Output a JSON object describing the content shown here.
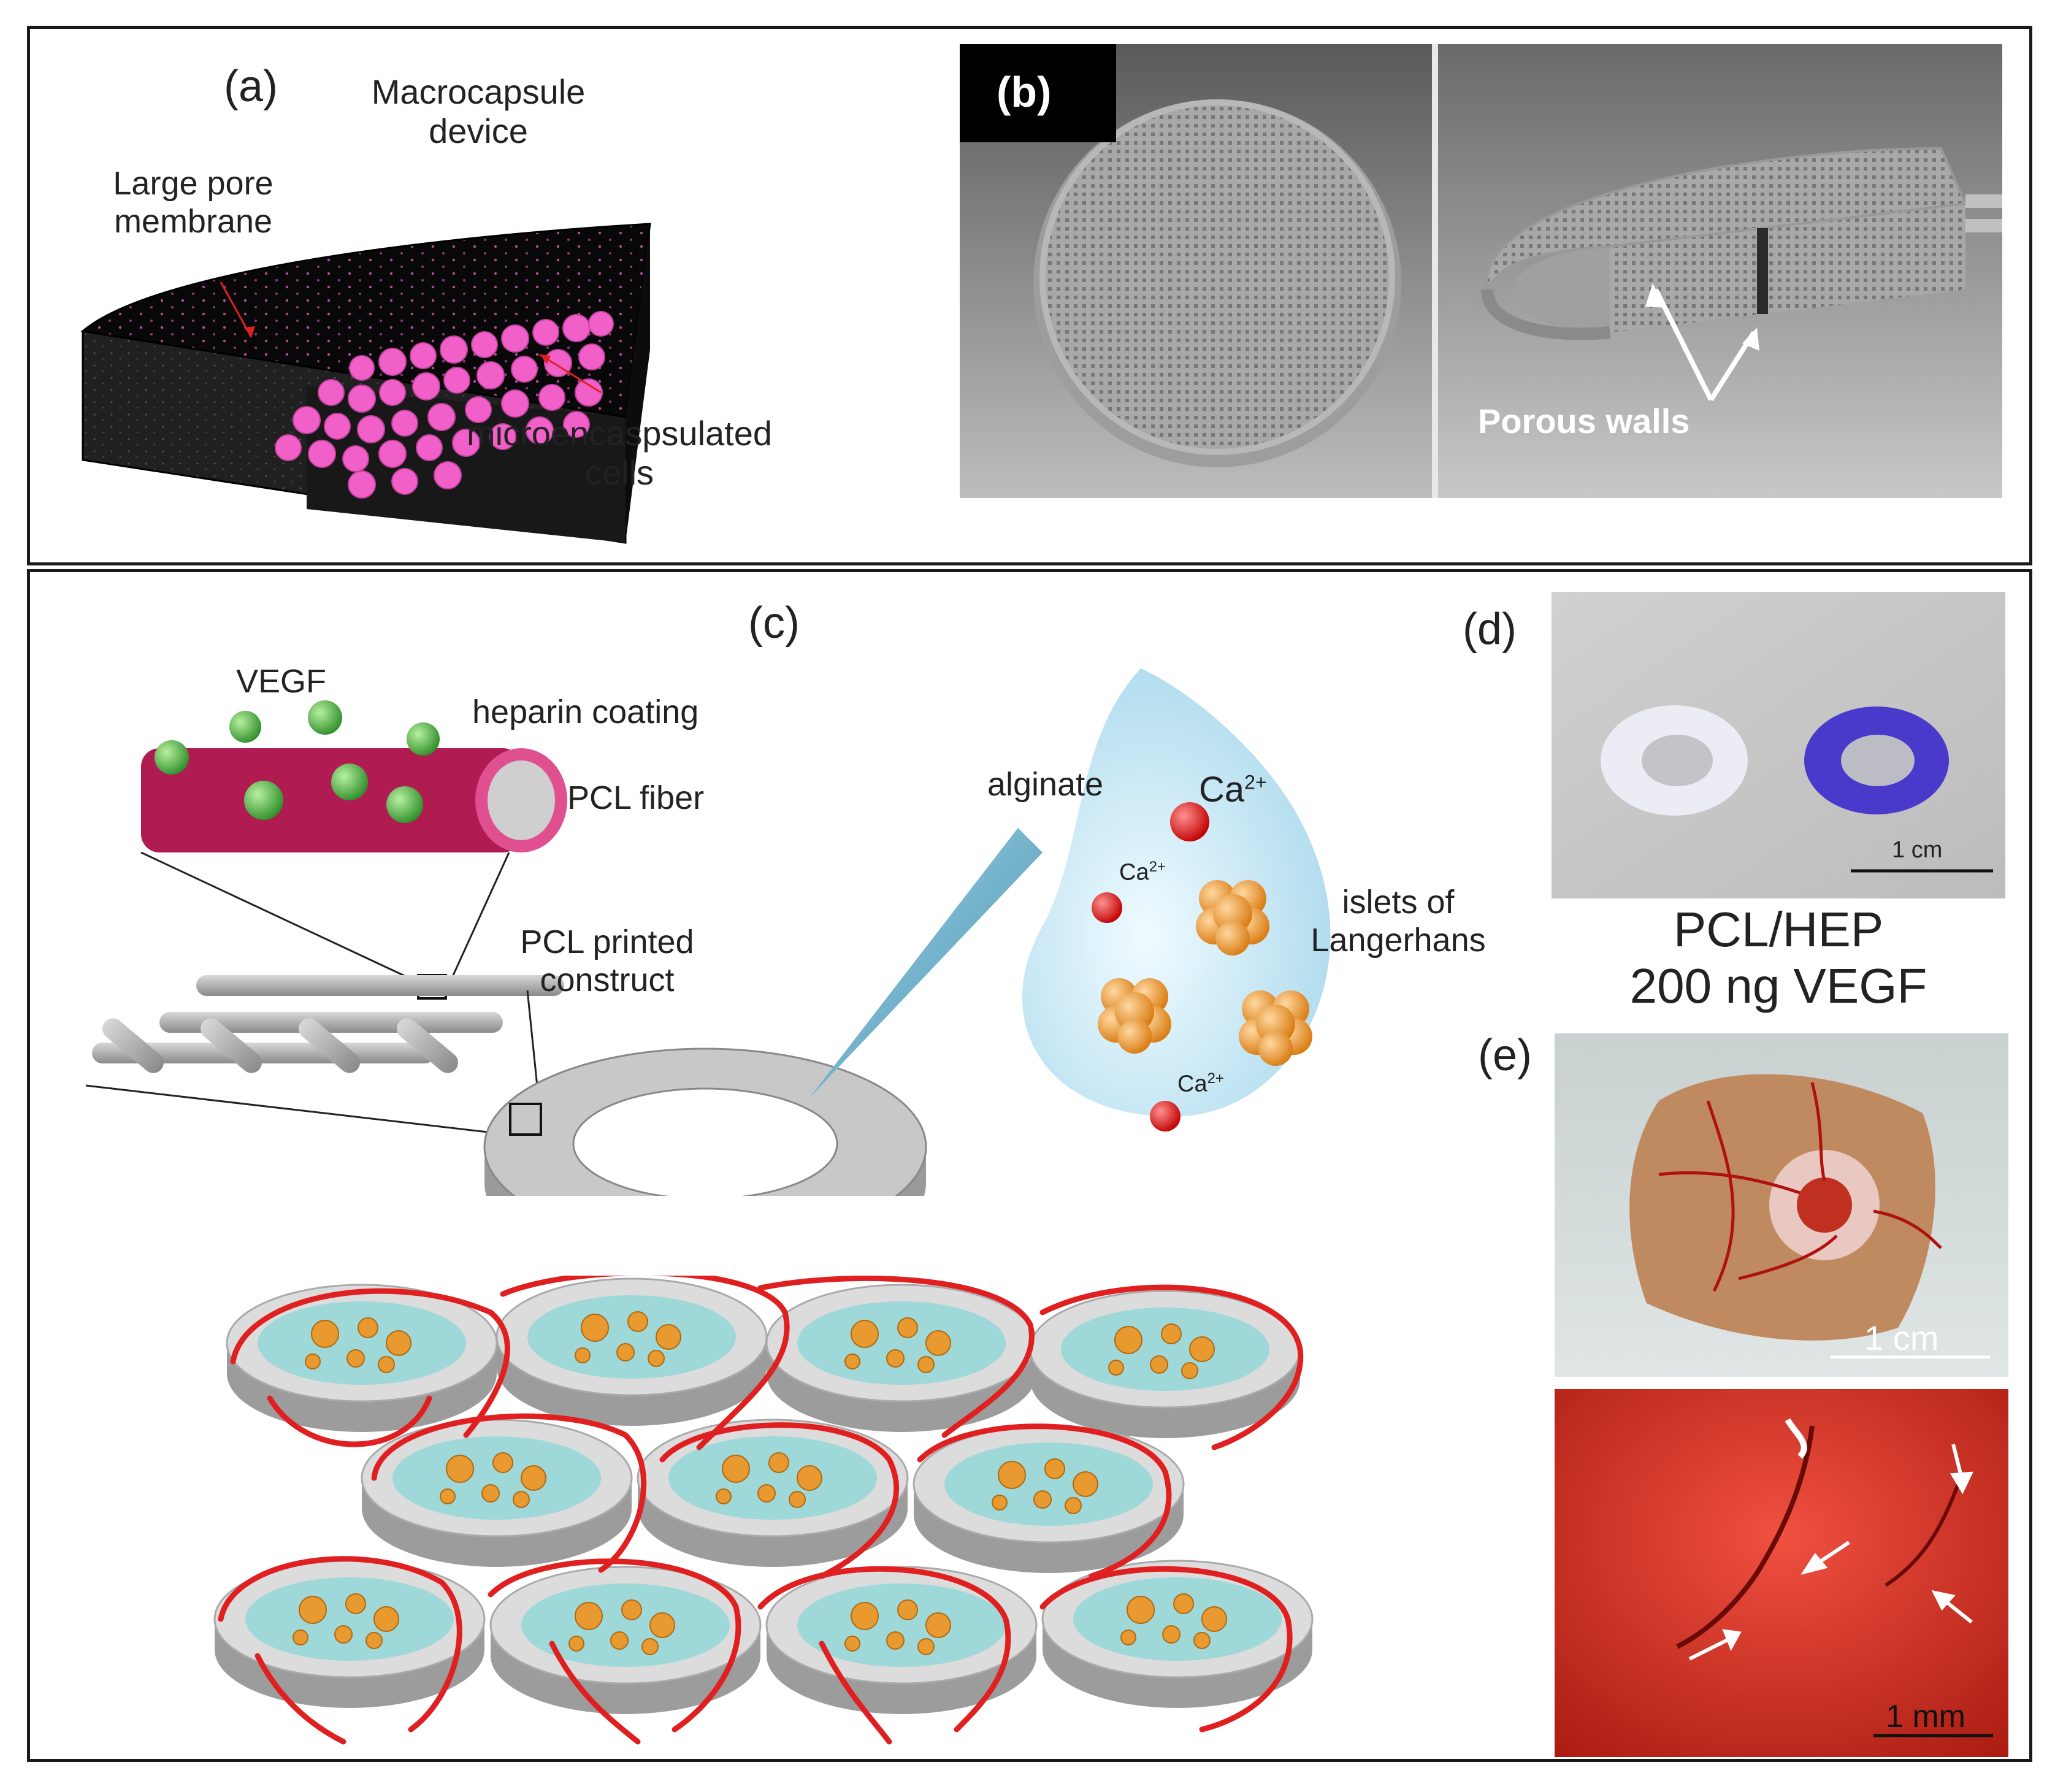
{
  "panel_a": {
    "tag": "(a)",
    "device_label": [
      "Macrocapsule",
      "device"
    ],
    "membrane_label": [
      "Large pore",
      "membrane"
    ],
    "cells_label": [
      "microencaspsulated",
      "cells"
    ]
  },
  "panel_b": {
    "tag": "(b)",
    "walls_label": "Porous walls"
  },
  "panel_c": {
    "tag": "(c)",
    "vegf": "VEGF",
    "heparin": "heparin coating",
    "pcl_fiber": "PCL fiber",
    "pcl_printed": [
      "PCL printed",
      "construct"
    ],
    "alginate": "alginate",
    "ion": "Ca",
    "ion_charge": "2+",
    "islets": [
      "islets of",
      "Langerhans"
    ]
  },
  "panel_d": {
    "tag": "(d)",
    "scale": "1 cm",
    "caption": [
      "PCL/HEP",
      "200 ng VEGF"
    ]
  },
  "panel_e": {
    "tag": "(e)",
    "scale_top": "1 cm",
    "scale_bottom": "1 mm"
  },
  "colors": {
    "frame": "#1a1a1a",
    "cell_pink": "#f060c8",
    "fiber_crimson": "#b01c52",
    "vegf_green": "#3fae3a",
    "islet_orange": "#f09a30",
    "calcium_red": "#e01c1c",
    "vessel_red": "#e02020",
    "drop_blue": "#cfeaf5"
  }
}
